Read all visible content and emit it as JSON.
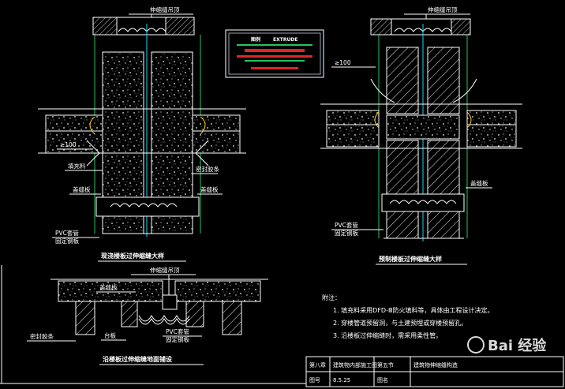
{
  "labels": {
    "ceiling_top_left": "伸缩缝吊顶",
    "ceiling_top_right": "伸缩缝吊顶",
    "ceiling_bottom": "伸缩缝吊顶",
    "dim_left": "≥100",
    "dim_right": "≥100",
    "fill_material": "填充料",
    "seal_left": "密封胶条",
    "bead_left_1": "盖缝板",
    "bead_left_2": "盖缝板",
    "pvc_left_1": "PVC套管",
    "pvc_left_2": "固定钢板",
    "bead_right_1": "盖缝板",
    "pvc_right_1": "PVC套管",
    "pvc_right_2": "固定钢板",
    "bead_bottom": "盖缝板",
    "seal_bottom": "密封胶条",
    "stairs_bottom": "台板",
    "pvc_bottom_1": "PVC套管",
    "pvc_bottom_2": "固定钢板"
  },
  "captions": {
    "left": "现浇楼板过伸缩缝大样",
    "right": "预制楼板过伸缩缝大样",
    "bottom": "沿楼板过伸缩缝地面铺设"
  },
  "legend": {
    "title_a": "图例",
    "title_b": "EXTRUDE"
  },
  "notes": {
    "heading": "附注：",
    "items": [
      "1. 填充料采用DFD-Ⅲ防火填料等，具体由工程设计决定。",
      "2. 穿楼管道预留洞，与土建预埋或穿楼预留孔。",
      "3. 沿楼板过伸缩缝时，需采用柔性管。"
    ]
  },
  "title_block": {
    "chapter": "第八章",
    "chapter_name": "建筑物内部施工图",
    "section": "第五节",
    "section_name": "建筑物伸缩缝构造",
    "fig_label": "图号",
    "fig_no": "8.5.25",
    "page_label": "图名"
  },
  "watermark": "Bai 经验"
}
